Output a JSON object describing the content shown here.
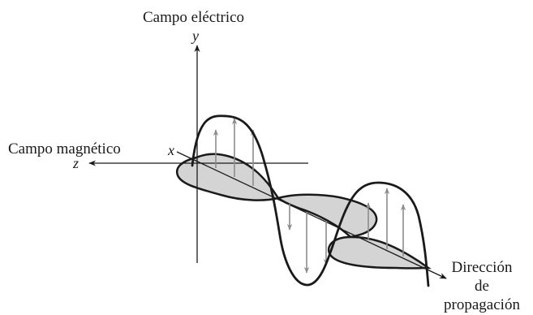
{
  "labels": {
    "electric_field": "Campo eléctrico",
    "magnetic_field": "Campo magnético",
    "axis_y": "y",
    "axis_x": "x",
    "axis_z": "z",
    "direction_line1": "Dirección",
    "direction_line2": "de",
    "direction_line3": "propagación"
  },
  "colors": {
    "stroke": "#1a1a1a",
    "magnetic_fill": "#d4d4d4",
    "field_arrows": "#8c8c8c"
  }
}
